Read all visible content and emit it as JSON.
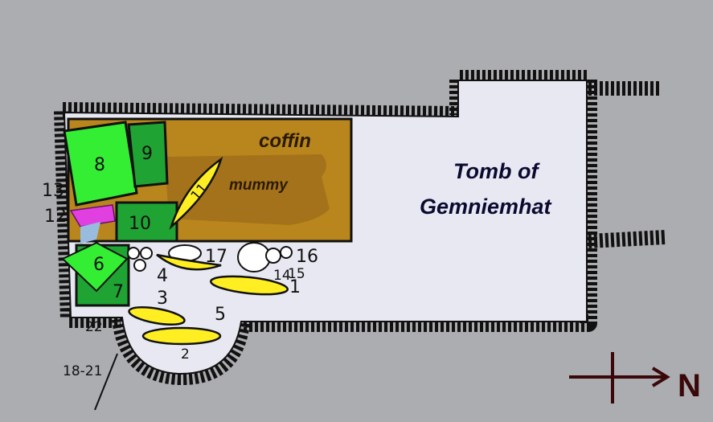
{
  "title_line1": "Tomb of",
  "title_line2": "Gemniemhat",
  "coffin_label": "coffin",
  "mummy_label": "mummy",
  "north_label": "N",
  "objects": {
    "n1": "1",
    "n2": "2",
    "n3": "3",
    "n4": "4",
    "n5": "5",
    "n6": "6",
    "n7": "7",
    "n8": "8",
    "n9": "9",
    "n10": "10",
    "n11": "11",
    "n12": "12",
    "n13": "13",
    "n14": "14",
    "n15": "15",
    "n16": "16",
    "n17": "17",
    "n22": "22",
    "n18_21": "18-21"
  },
  "colors": {
    "background": "#acadb1",
    "floor": "#e8e8f2",
    "coffin": "#b8861c",
    "mummy": "#a4721a",
    "light_green": "#33ee33",
    "dark_green": "#1fa333",
    "yellow": "#ffee22",
    "magenta": "#e040e0",
    "light_blue": "#99bbdd",
    "arrow": "#3a0808"
  }
}
